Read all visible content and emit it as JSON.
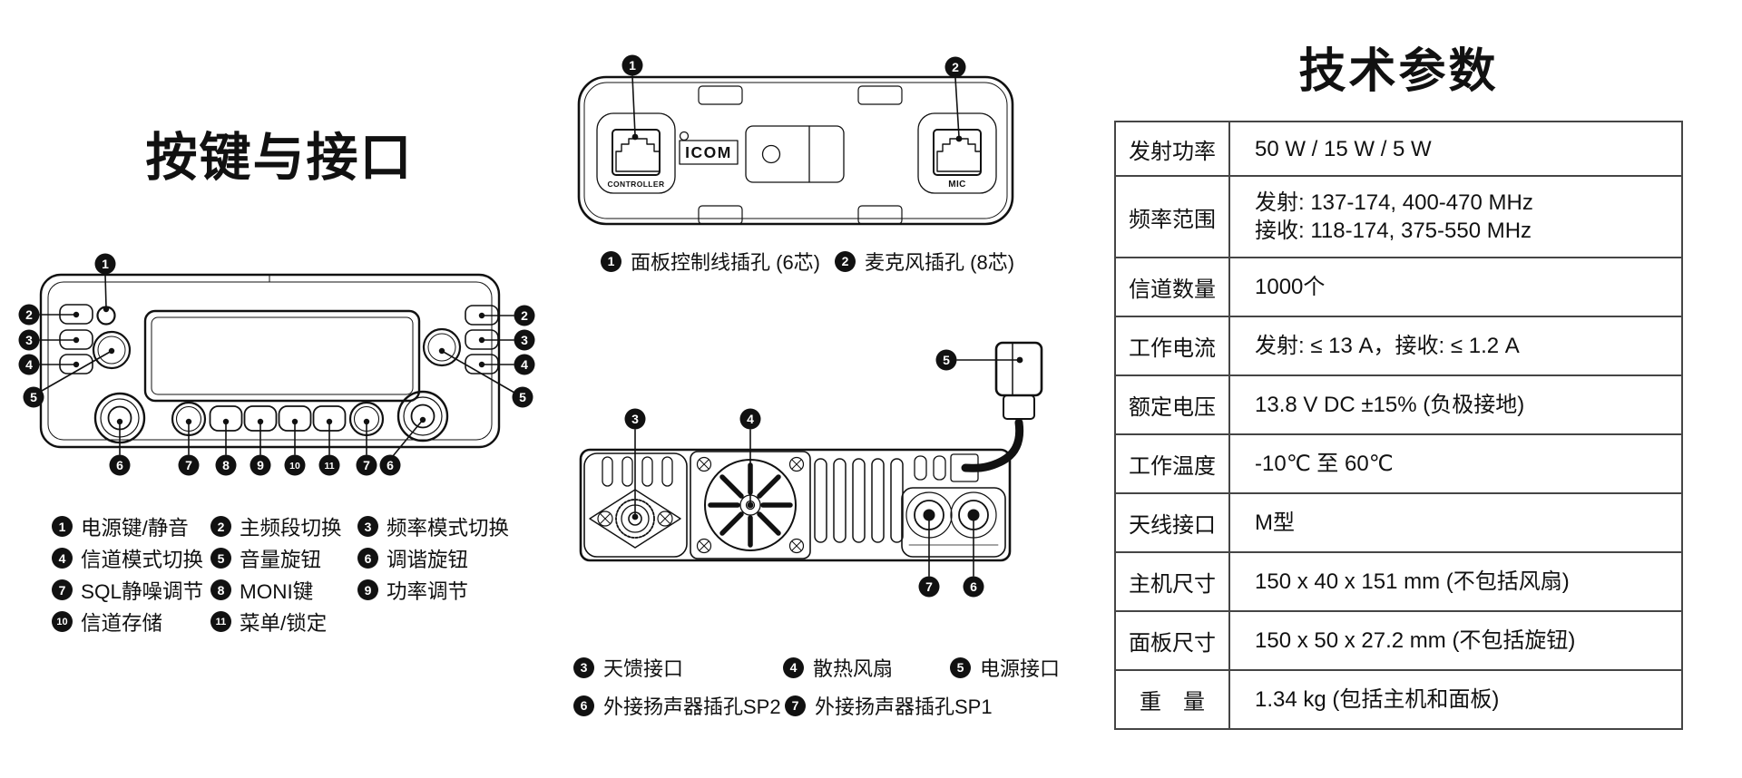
{
  "colors": {
    "ink": "#111111",
    "table_border": "#454545",
    "background": "#ffffff"
  },
  "left_section": {
    "title": "按键与接口",
    "legend": [
      {
        "num": "1",
        "label": "电源键/静音"
      },
      {
        "num": "2",
        "label": "主频段切换"
      },
      {
        "num": "3",
        "label": "频率模式切换"
      },
      {
        "num": "4",
        "label": "信道模式切换"
      },
      {
        "num": "5",
        "label": "音量旋钮"
      },
      {
        "num": "6",
        "label": "调谐旋钮"
      },
      {
        "num": "7",
        "label": "SQL静噪调节"
      },
      {
        "num": "8",
        "label": "MONI键"
      },
      {
        "num": "9",
        "label": "功率调节"
      },
      {
        "num": "10",
        "label": "信道存储"
      },
      {
        "num": "11",
        "label": "菜单/锁定"
      }
    ],
    "front_panel_callouts": [
      "1",
      "2",
      "3",
      "4",
      "5",
      "2",
      "3",
      "4",
      "5",
      "6",
      "7",
      "8",
      "9",
      "10",
      "11",
      "7",
      "6"
    ]
  },
  "panel_rear": {
    "callouts": [
      "1",
      "2"
    ],
    "controller_jack_label": "CONTROLLER",
    "mic_jack_label": "MIC",
    "brand_logo": "ICOM",
    "captions": [
      {
        "num": "1",
        "text": "面板控制线插孔 (6芯)"
      },
      {
        "num": "2",
        "text": "麦克风插孔 (8芯)"
      }
    ]
  },
  "radio_rear": {
    "callouts": [
      "3",
      "4",
      "5",
      "7",
      "6"
    ],
    "captions": [
      {
        "num": "3",
        "text": "天馈接口"
      },
      {
        "num": "4",
        "text": "散热风扇"
      },
      {
        "num": "5",
        "text": "电源接口"
      },
      {
        "num": "6",
        "text": "外接扬声器插孔SP2"
      },
      {
        "num": "7",
        "text": "外接扬声器插孔SP1"
      }
    ]
  },
  "specs": {
    "title": "技术参数",
    "rows": [
      {
        "label": "发射功率",
        "value": "50 W / 15 W / 5 W"
      },
      {
        "label": "频率范围",
        "value": "发射: 137-174, 400-470 MHz",
        "value2": "接收: 118-174, 375-550 MHz"
      },
      {
        "label": "信道数量",
        "value": "1000个"
      },
      {
        "label": "工作电流",
        "value": "发射: ≤ 13 A，接收: ≤ 1.2 A"
      },
      {
        "label": "额定电压",
        "value": "13.8 V DC ±15% (负极接地)"
      },
      {
        "label": "工作温度",
        "value": "-10℃ 至 60℃"
      },
      {
        "label": "天线接口",
        "value": "M型"
      },
      {
        "label": "主机尺寸",
        "value": "150 x 40 x 151 mm (不包括风扇)"
      },
      {
        "label": "面板尺寸",
        "value": "150 x 50 x 27.2 mm (不包括旋钮)"
      },
      {
        "label": "重　量",
        "value": "1.34 kg (包括主机和面板)"
      }
    ]
  }
}
